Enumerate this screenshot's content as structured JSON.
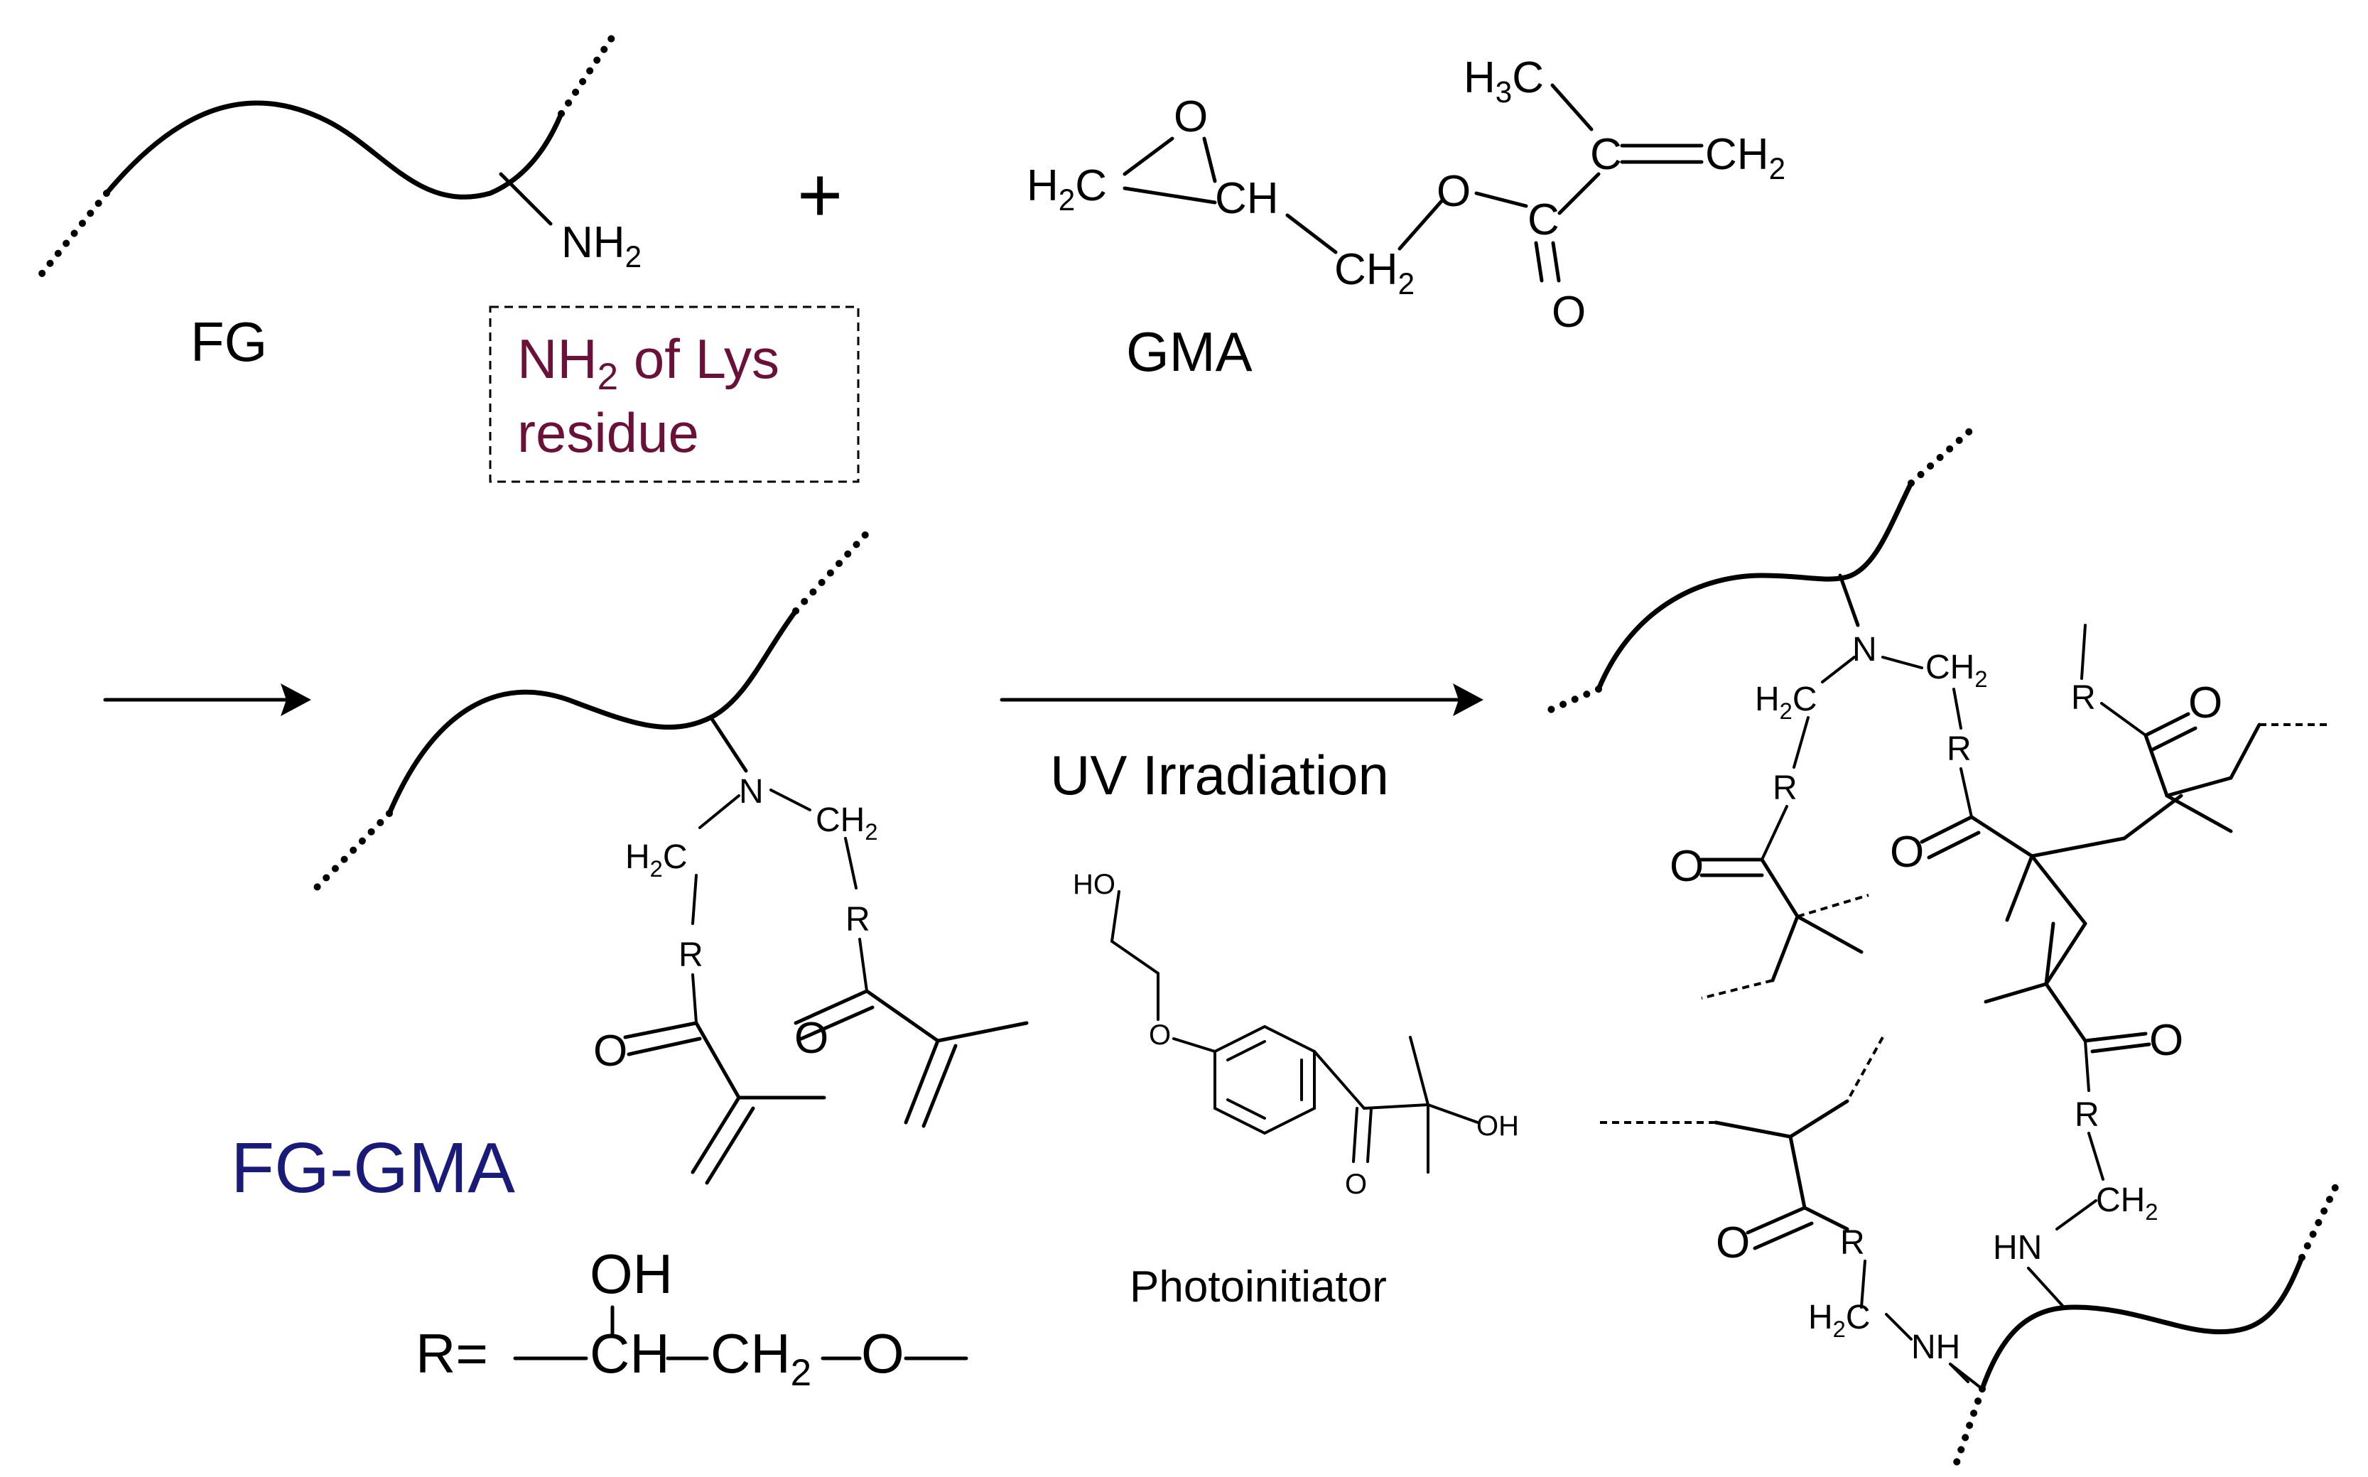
{
  "fg": {
    "label": "FG"
  },
  "fg_amine": {
    "label": "NH",
    "sub": "2"
  },
  "lys_box": {
    "line1_main": "NH",
    "line1_sub": "2",
    "line1_rest": " of Lys",
    "line2": "residue"
  },
  "plus_sign": "+",
  "gma": {
    "label": "GMA",
    "h3c_main": "H",
    "h3c_sub": "3",
    "h3c_rest": "C",
    "c_alkene": "C",
    "ch2_end_main": "CH",
    "ch2_end_sub": "2",
    "o_ester": "O",
    "c_carbonyl": "C",
    "o_carbonyl": "O",
    "o_epoxide": "O",
    "h2c_main": "H",
    "h2c_sub": "2",
    "h2c_rest": "C",
    "ch_epoxide": "CH",
    "ch2_link_main": "CH",
    "ch2_link_sub": "2"
  },
  "fg_gma": {
    "label": "FG-GMA",
    "n": "N",
    "h2c_main": "H",
    "h2c_sub": "2",
    "h2c_rest": "C",
    "ch2_main": "CH",
    "ch2_sub": "2",
    "r_left": "R",
    "r_right": "R",
    "o_left": "O",
    "o_right": "O"
  },
  "r_definition": {
    "oh": "OH",
    "r_eq": "R=",
    "ch": "CH",
    "ch2_main": "CH",
    "ch2_sub": "2",
    "o": "O"
  },
  "reaction": {
    "uv_label": "UV Irradiation"
  },
  "photoinitiator": {
    "label": "Photoinitiator",
    "ho": "HO",
    "o_ether": "O",
    "oh": "OH",
    "o_ketone": "O"
  },
  "network": {
    "n": "N",
    "h2c_main": "H",
    "h2c_sub": "2",
    "h2c_rest": "C",
    "ch2_main": "CH",
    "ch2_sub": "2",
    "r_a": "R",
    "r_b": "R",
    "r_c": "R",
    "r_d": "R",
    "r_e": "R",
    "o_a": "O",
    "o_b": "O",
    "o_c": "O",
    "o_d": "O",
    "o_e": "O",
    "ch2_b_main": "CH",
    "ch2_b_sub": "2",
    "hn": "HN",
    "nh": "NH",
    "h2c_b_main": "H",
    "h2c_b_sub": "2",
    "h2c_b_rest": "C"
  }
}
